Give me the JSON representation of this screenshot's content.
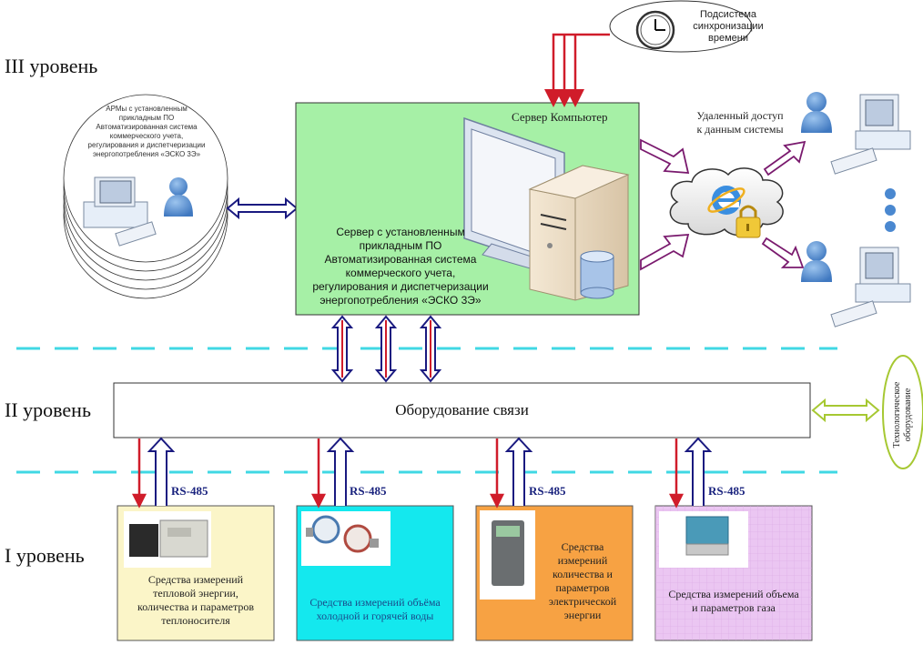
{
  "levels": {
    "level3": "III уровень",
    "level2": "II уровень",
    "level1": "I уровень"
  },
  "time_sync": {
    "label_lines": [
      "Подсистема",
      "синхронизации",
      "времени"
    ],
    "icon": "clock-icon"
  },
  "arm_stack": {
    "label_lines": [
      "АРМы с установленным",
      "прикладным ПО",
      "Автоматизированная система",
      "коммерческого учета,",
      "регулирования и диспетчеризации",
      "энергопотребления «ЭСКО 3Э»"
    ],
    "icons": [
      "desktop-computer-icon",
      "user-icon"
    ]
  },
  "server": {
    "title": "Сервер Компьютер",
    "label_lines": [
      "Сервер с установленным",
      "прикладным ПО",
      "Автоматизированная система",
      "коммерческого учета,",
      "регулирования и диспетчеризации",
      "энергопотребления «ЭСКО 3Э»"
    ],
    "icons": [
      "monitor-icon",
      "server-tower-icon",
      "database-icon"
    ],
    "bg_color": "#a6f0a6"
  },
  "remote_access": {
    "label_lines": [
      "Удаленный доступ",
      "к данным системы"
    ],
    "icons": [
      "cloud-icon",
      "internet-explorer-icon",
      "lock-icon"
    ],
    "clients": [
      "user-icon",
      "desktop-computer-icon",
      "ellipsis-dots-icon",
      "user-icon",
      "desktop-computer-icon"
    ]
  },
  "comm_equipment": {
    "label": "Оборудование связи"
  },
  "tech_equipment": {
    "label_lines": [
      "Технологическое",
      "оборудование"
    ]
  },
  "bus_label": "RS-485",
  "devices": [
    {
      "label_lines": [
        "Средства измерений",
        "тепловой энергии,",
        "количества и параметров",
        "теплоносителя"
      ],
      "bg_color": "#fbf5c8",
      "icon": "heat-meter-icon"
    },
    {
      "label_lines": [
        "Средства измерений объёма",
        "холодной и горячей воды"
      ],
      "bg_color": "#14e8ee",
      "icon": "water-meter-icon"
    },
    {
      "label_lines": [
        "Средства",
        "измерений",
        "количества и",
        "параметров",
        "электрической",
        "энергии"
      ],
      "bg_color": "#f7a243",
      "icon": "electricity-meter-icon"
    },
    {
      "label_lines": [
        "Средства измерений объема",
        "и параметров газа"
      ],
      "bg_color": "#ebc6f2",
      "icon": "gas-meter-icon"
    }
  ],
  "colors": {
    "dashed_divider": "#40d8e4",
    "red_arrow": "#d01c2a",
    "navy_arrow": "#1a1a80",
    "purple_arrow": "#7a1a6e",
    "lime_arrow": "#a6c832"
  }
}
